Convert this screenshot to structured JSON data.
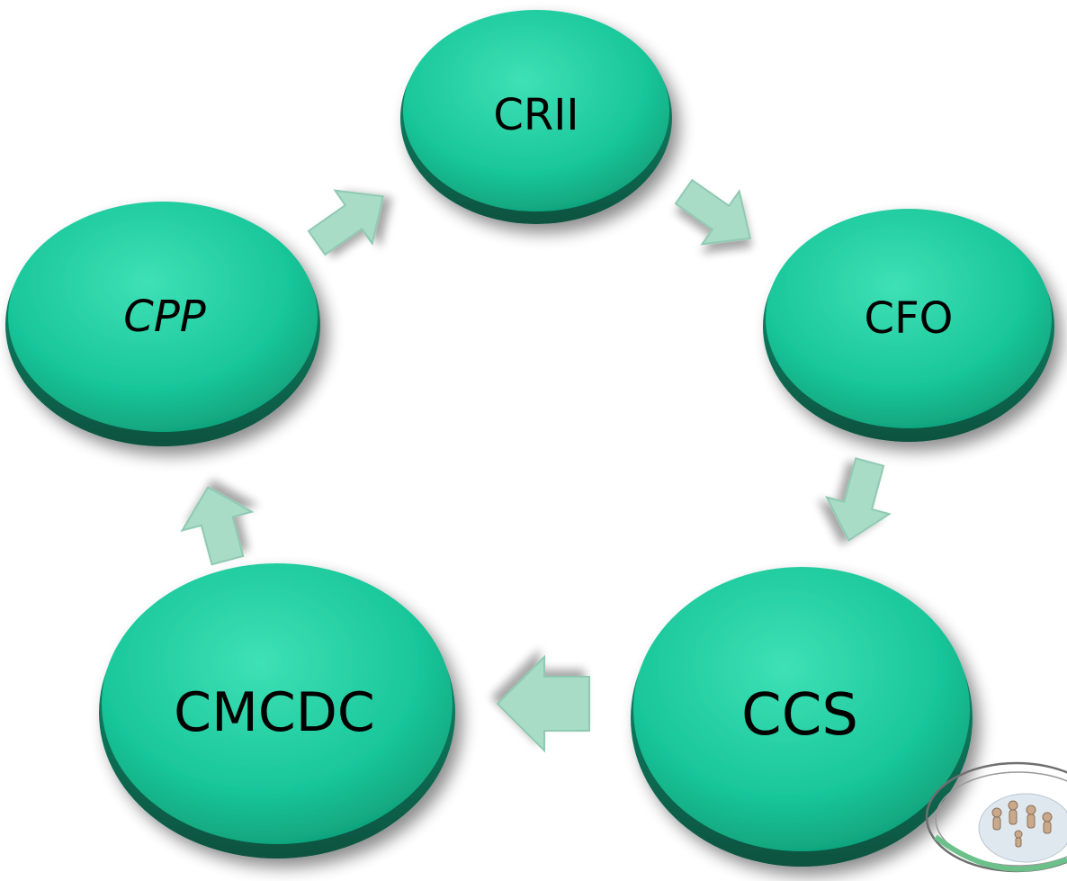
{
  "diagram": {
    "type": "cycle",
    "nodes": [
      {
        "id": "criI",
        "label": "CRII",
        "italic": false
      },
      {
        "id": "cfo",
        "label": "CFO",
        "italic": false
      },
      {
        "id": "ccs",
        "label": "CCS",
        "italic": false
      },
      {
        "id": "cmcdc",
        "label": "CMCDC",
        "italic": false
      },
      {
        "id": "cpp",
        "label": "CPP",
        "italic": true
      }
    ],
    "edges": [
      {
        "from": "CRII",
        "to": "CFO"
      },
      {
        "from": "CFO",
        "to": "CCS"
      },
      {
        "from": "CCS",
        "to": "CMCDC"
      },
      {
        "from": "CMCDC",
        "to": "CPP"
      },
      {
        "from": "CPP",
        "to": "CRII"
      }
    ]
  },
  "colors": {
    "node_fill": "#19c79a",
    "node_fill_light": "#3fe0b6",
    "node_fill_dark": "#0b8e6c",
    "node_edge": "#0a6f55",
    "arrow_fill": "#a8dcc6",
    "arrow_edge": "#8fc9b2",
    "background": "#ffffff"
  },
  "logo": {
    "name": "community-logo"
  }
}
